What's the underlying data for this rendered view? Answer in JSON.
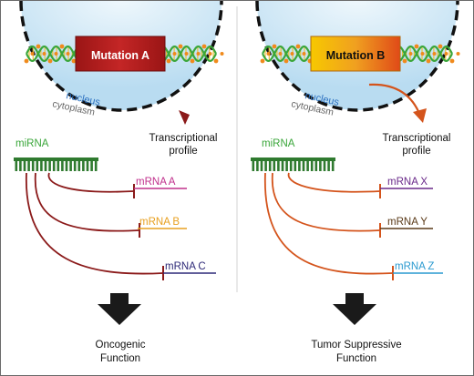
{
  "panels": [
    {
      "id": "left",
      "mutation_label": "Mutation A",
      "nucleus_label": "nucleus",
      "cytoplasm_label": "cytoplasm",
      "mirna_label": "miRNA",
      "profile_label_line1": "Transcriptional",
      "profile_label_line2": "profile",
      "targets": [
        {
          "label": "mRNA A",
          "color": "#c0308c"
        },
        {
          "label": "mRNA B",
          "color": "#e8a020"
        },
        {
          "label": "mRNA C",
          "color": "#2e2a78"
        }
      ],
      "function_line1": "Oncogenic",
      "function_line2": "Function",
      "arrow_color": "#8b1a1a",
      "box_color": "#b01e1e"
    },
    {
      "id": "right",
      "mutation_label": "Mutation B",
      "nucleus_label": "nucleus",
      "cytoplasm_label": "cytoplasm",
      "mirna_label": "miRNA",
      "profile_label_line1": "Transcriptional",
      "profile_label_line2": "profile",
      "targets": [
        {
          "label": "mRNA X",
          "color": "#6a2a8a"
        },
        {
          "label": "mRNA Y",
          "color": "#5a3a18"
        },
        {
          "label": "mRNA Z",
          "color": "#2a9ad0"
        }
      ],
      "function_line1": "Tumor Suppressive",
      "function_line2": "Function",
      "arrow_color": "#d4541c",
      "box_color": "#f0a020"
    }
  ],
  "colors": {
    "mirna_green": "#3aa63a",
    "mirna_bar": "#2f7a2f",
    "nucleus_fill": "#cde6f5",
    "nucleus_label": "#2a6fc0",
    "cytoplasm_label": "#666666"
  }
}
